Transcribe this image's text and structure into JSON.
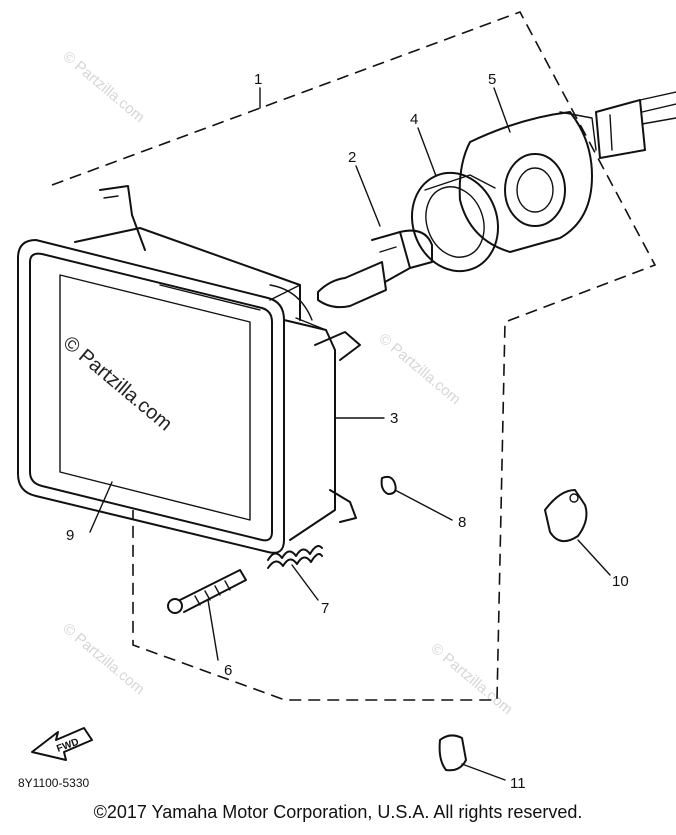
{
  "watermark": "© Partzilla.com",
  "diagram_code": "8Y1100-5330",
  "fwd_label": "FWD",
  "callouts": [
    "1",
    "2",
    "3",
    "4",
    "5",
    "6",
    "7",
    "8",
    "9",
    "10",
    "11"
  ],
  "copyright": "©2017 Yamaha Motor Corporation, U.S.A. All rights reserved."
}
